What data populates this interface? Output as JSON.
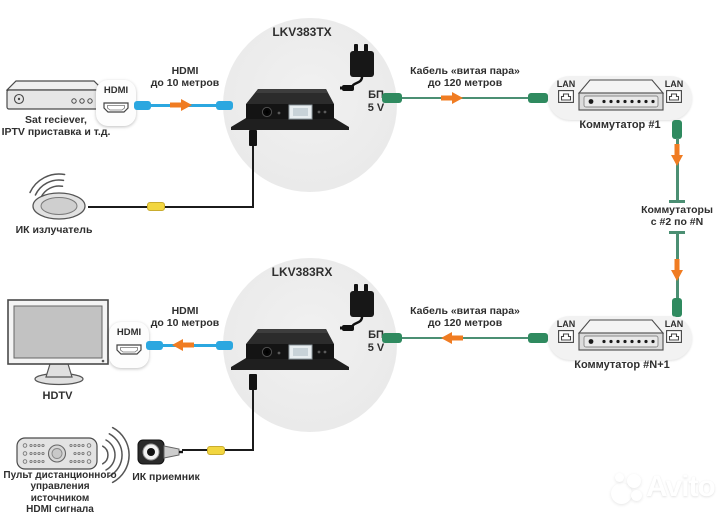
{
  "ports": {
    "hdmi": "HDMI",
    "lan": "LAN"
  },
  "cables": {
    "hdmi": {
      "line1": "HDMI",
      "line2": "до 10 метров"
    },
    "utp": {
      "line1": "Кабель «витая пара»",
      "line2": "до 120 метров"
    }
  },
  "psu": {
    "line1": "БП",
    "line2": "5 V"
  },
  "nodes": {
    "source": {
      "line1": "Sat reciever,",
      "line2": "IPTV приставка и т.д."
    },
    "tx": {
      "label": "LKV383TX"
    },
    "rx": {
      "label": "LKV383RX"
    },
    "tv": {
      "label": "HDTV"
    },
    "ir_emitter": {
      "label": "ИК излучатель"
    },
    "ir_receiver": {
      "label": "ИК приемник"
    },
    "remote": {
      "line1": "Пульт дистанционного",
      "line2": "управления источником",
      "line3": "HDMI сигнала"
    },
    "switch_first": {
      "label": "Коммутатор #1"
    },
    "switch_last": {
      "label": "Коммутатор #N+1"
    },
    "switch_chain": {
      "line1": "Коммутаторы",
      "line2": "с #2 по #N"
    }
  },
  "watermark": {
    "brand": "Avito"
  },
  "icons": {
    "sat-receiver-icon": "set-top-box 3d gray box with knob and leds",
    "hdmi-connector-icon": "hdmi plug outline",
    "rj45-connector-icon": "ethernet port outline",
    "extender-device-icon": "black hdbaset extender box with rj45",
    "power-adapter-icon": "black wall power supply with cord",
    "network-switch-icon": "gray 3d switch with led dots",
    "monitor-icon": "desktop tv on stand",
    "ir-emitter-icon": "gray oval with radio waves",
    "ir-receiver-icon": "dark square eye with plug",
    "remote-control-icon": "gray remote with buttons and wheel",
    "ir-waves-icon": "concentric arcs"
  },
  "colors": {
    "hdmi_cable": "#2BA7E0",
    "utp_cable": "#4B8F73",
    "utp_connector": "#2F8A5F",
    "arrow": "#F07C22",
    "ir_connector": "#F2D640",
    "signal_cable": "#1B1B1B"
  }
}
